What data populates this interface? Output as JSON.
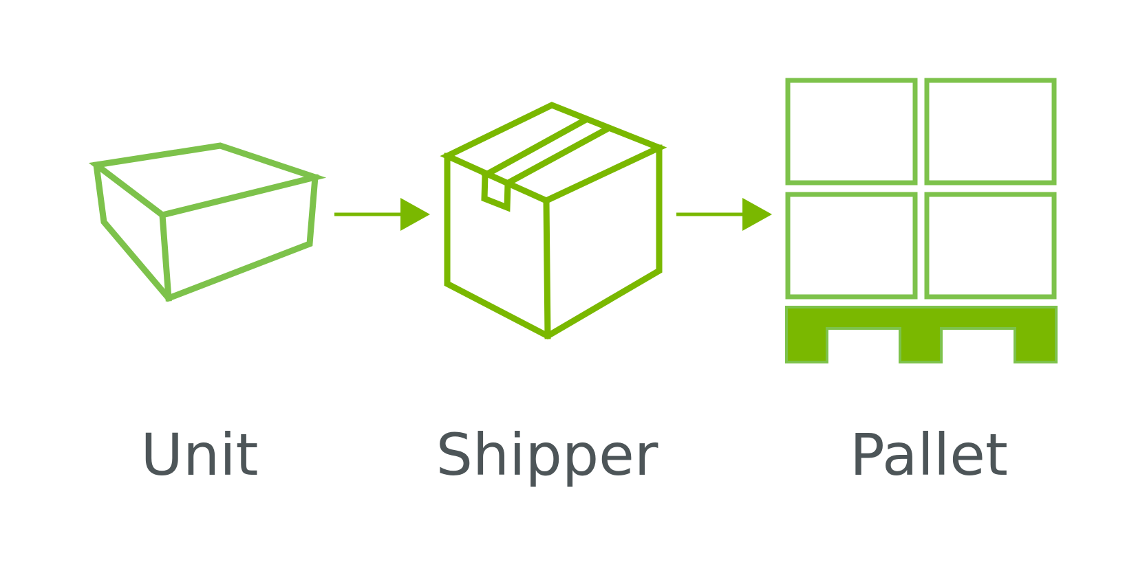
{
  "diagram": {
    "colors": {
      "unit_green": "#7dc24b",
      "shipper_green": "#7ab800",
      "pallet_green": "#7ab800",
      "pallet_outline": "#7dc24b",
      "label_gray": "#4d5558",
      "background": "#ffffff"
    },
    "stages": [
      {
        "label": "Unit",
        "icon": "open-box-icon"
      },
      {
        "label": "Shipper",
        "icon": "taped-carton-icon"
      },
      {
        "label": "Pallet",
        "icon": "stacked-pallet-icon"
      }
    ],
    "connectors": [
      {
        "from": "Unit",
        "to": "Shipper",
        "icon": "arrow-right-icon"
      },
      {
        "from": "Shipper",
        "to": "Pallet",
        "icon": "arrow-right-icon"
      }
    ]
  }
}
